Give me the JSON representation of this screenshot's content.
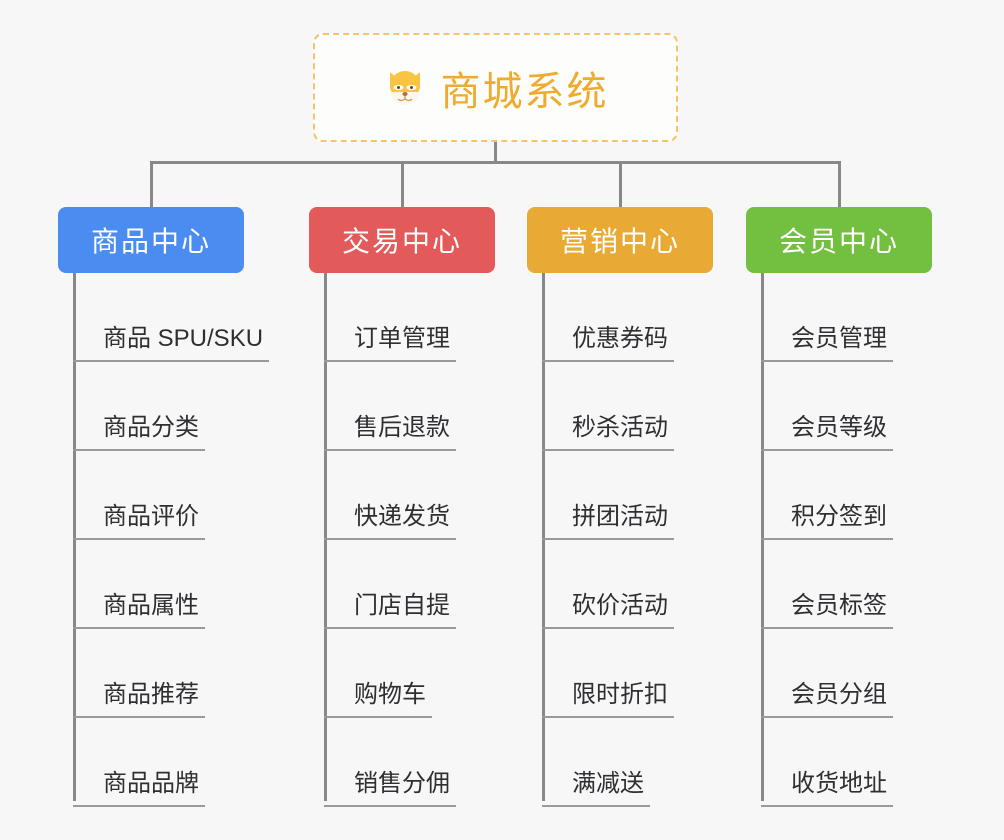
{
  "page": {
    "background_color": "#f7f7f7",
    "connector_color": "#888888",
    "leaf_text_color": "#2f2f33",
    "leaf_rule_color": "#9a9a9a"
  },
  "root": {
    "title": "商城系统",
    "icon": "dog-face-icon",
    "text_color": "#eeab2d",
    "border_color": "#f5c46a",
    "background": "#fdfdfc"
  },
  "branches": [
    {
      "label": "商品中心",
      "color": "#4a8cf0",
      "items": [
        "商品 SPU/SKU",
        "商品分类",
        "商品评价",
        "商品属性",
        "商品推荐",
        "商品品牌"
      ]
    },
    {
      "label": "交易中心",
      "color": "#e25a5a",
      "items": [
        "订单管理",
        "售后退款",
        "快递发货",
        "门店自提",
        "购物车",
        "销售分佣"
      ]
    },
    {
      "label": "营销中心",
      "color": "#e8a935",
      "items": [
        "优惠券码",
        "秒杀活动",
        "拼团活动",
        "砍价活动",
        "限时折扣",
        "满减送"
      ]
    },
    {
      "label": "会员中心",
      "color": "#73bf3f",
      "items": [
        "会员管理",
        "会员等级",
        "积分签到",
        "会员标签",
        "会员分组",
        "收货地址"
      ]
    }
  ]
}
